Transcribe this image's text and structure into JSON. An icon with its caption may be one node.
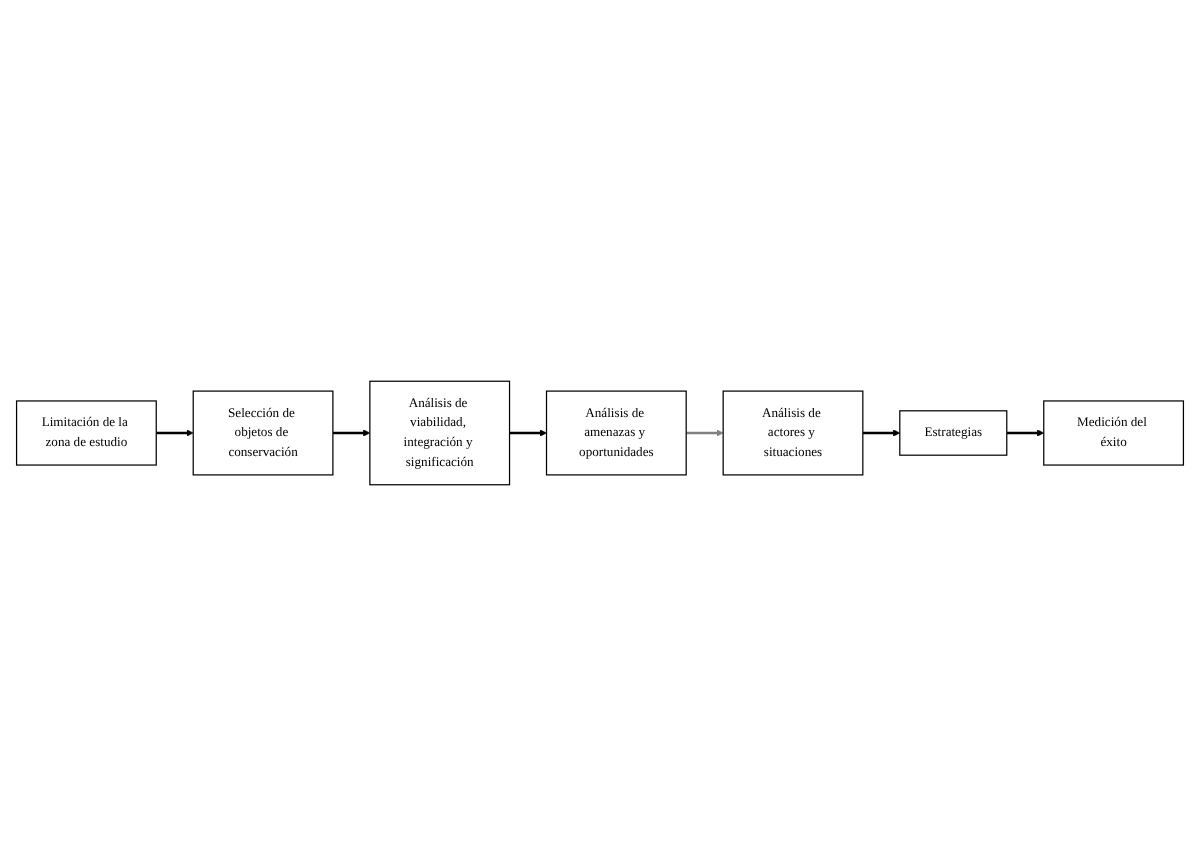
{
  "diagram": {
    "nodes": [
      {
        "text": [
          "Limitación de la zona de estudio"
        ]
      },
      {
        "text": [
          "Selección de objetos de conservación"
        ]
      },
      {
        "text": [
          "Análisis de viabilidad, integración y significación"
        ]
      },
      {
        "text": [
          "Análisis de amenazas y oportunidades"
        ]
      },
      {
        "text": [
          "Análisis de actores y situaciones"
        ]
      },
      {
        "text": [
          "Estrategias"
        ]
      },
      {
        "text": [
          "Medición del éxito"
        ]
      }
    ],
    "edges": [
      {
        "from": 0,
        "to": 1,
        "arrow": "to"
      },
      {
        "from": 1,
        "to": 2,
        "arrow": "to"
      },
      {
        "from": 2,
        "to": 3,
        "arrow": "to"
      },
      {
        "from": 3,
        "to": 4,
        "arrow": "to",
        "color": "#808080"
      },
      {
        "from": 4,
        "to": 5,
        "arrow": "to"
      },
      {
        "from": 5,
        "to": 6,
        "arrow": "to"
      }
    ]
  }
}
